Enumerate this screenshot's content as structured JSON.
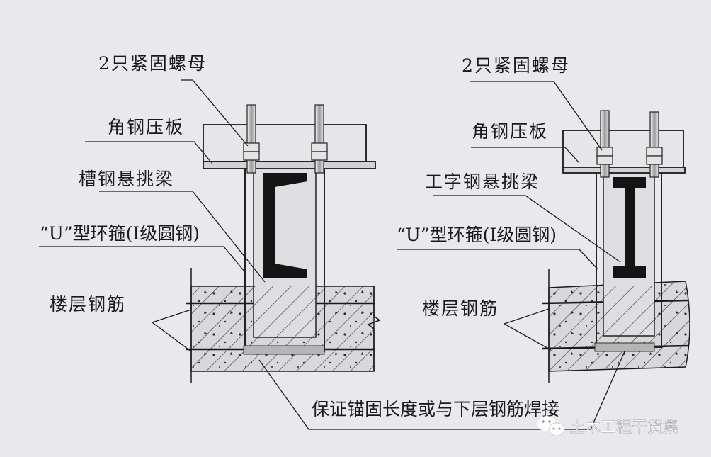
{
  "diagram": {
    "left": {
      "nuts_label": "2只紧固螺母",
      "plate_label": "角钢压板",
      "beam_label": "槽钢悬挑梁",
      "hoop_label": "“U”型环箍(I级圆钢)",
      "rebar_label": "楼层钢筋"
    },
    "right": {
      "nuts_label": "2只紧固螺母",
      "plate_label": "角钢压板",
      "beam_label": "工字钢悬挑梁",
      "hoop_label": "“U”型环箍(I级圆钢)",
      "rebar_label": "楼层钢筋"
    },
    "bottom_label": "保证锚固长度或与下层钢筋焊接"
  },
  "watermark": {
    "text": "土木工程干货集",
    "icon": "wechat-icon"
  },
  "colors": {
    "paper": "#e9e8ec",
    "ink": "#1a1a1a"
  }
}
